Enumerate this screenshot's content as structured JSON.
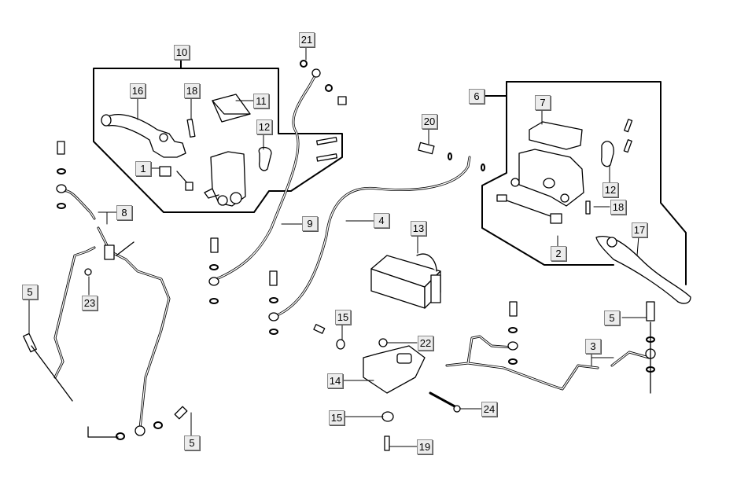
{
  "diagram": {
    "title": "Brake system / ABS exploded parts diagram",
    "callouts": [
      {
        "id": "c10",
        "number": "10",
        "part": "front-master-cylinder-assembly"
      },
      {
        "id": "c21",
        "number": "21",
        "part": "washer"
      },
      {
        "id": "c16",
        "number": "16",
        "part": "brake-lever"
      },
      {
        "id": "c18a",
        "number": "18",
        "part": "pivot-bolt"
      },
      {
        "id": "c11",
        "number": "11",
        "part": "reservoir-cover"
      },
      {
        "id": "c12a",
        "number": "12",
        "part": "clamp"
      },
      {
        "id": "c1",
        "number": "1",
        "part": "brake-switch"
      },
      {
        "id": "c8",
        "number": "8",
        "part": "brake-hose"
      },
      {
        "id": "c9",
        "number": "9",
        "part": "brake-hose"
      },
      {
        "id": "c4",
        "number": "4",
        "part": "brake-hose"
      },
      {
        "id": "c20",
        "number": "20",
        "part": "banjo-bolt"
      },
      {
        "id": "c6",
        "number": "6",
        "part": "rear-master-cylinder-assembly"
      },
      {
        "id": "c7",
        "number": "7",
        "part": "reservoir-cover"
      },
      {
        "id": "c12b",
        "number": "12",
        "part": "clamp"
      },
      {
        "id": "c18b",
        "number": "18",
        "part": "pivot-bolt"
      },
      {
        "id": "c2",
        "number": "2",
        "part": "brake-switch"
      },
      {
        "id": "c17",
        "number": "17",
        "part": "brake-lever"
      },
      {
        "id": "c13",
        "number": "13",
        "part": "abs-modulator"
      },
      {
        "id": "c5a",
        "number": "5",
        "part": "bleeder-valve"
      },
      {
        "id": "c23",
        "number": "23",
        "part": "bolt"
      },
      {
        "id": "c5b",
        "number": "5",
        "part": "bleeder-valve"
      },
      {
        "id": "c15a",
        "number": "15",
        "part": "grommet"
      },
      {
        "id": "c22",
        "number": "22",
        "part": "grommet"
      },
      {
        "id": "c14",
        "number": "14",
        "part": "abs-bracket"
      },
      {
        "id": "c15b",
        "number": "15",
        "part": "grommet"
      },
      {
        "id": "c19",
        "number": "19",
        "part": "collar"
      },
      {
        "id": "c24",
        "number": "24",
        "part": "bolt"
      },
      {
        "id": "c3",
        "number": "3",
        "part": "brake-pipe"
      },
      {
        "id": "c5c",
        "number": "5",
        "part": "bleeder-valve"
      }
    ]
  },
  "colors": {
    "line": "#000000",
    "label_bg": "#ececec",
    "label_border": "#8a8a8a",
    "part_fill": "#ffffff",
    "part_shade": "#d8d8d8"
  }
}
